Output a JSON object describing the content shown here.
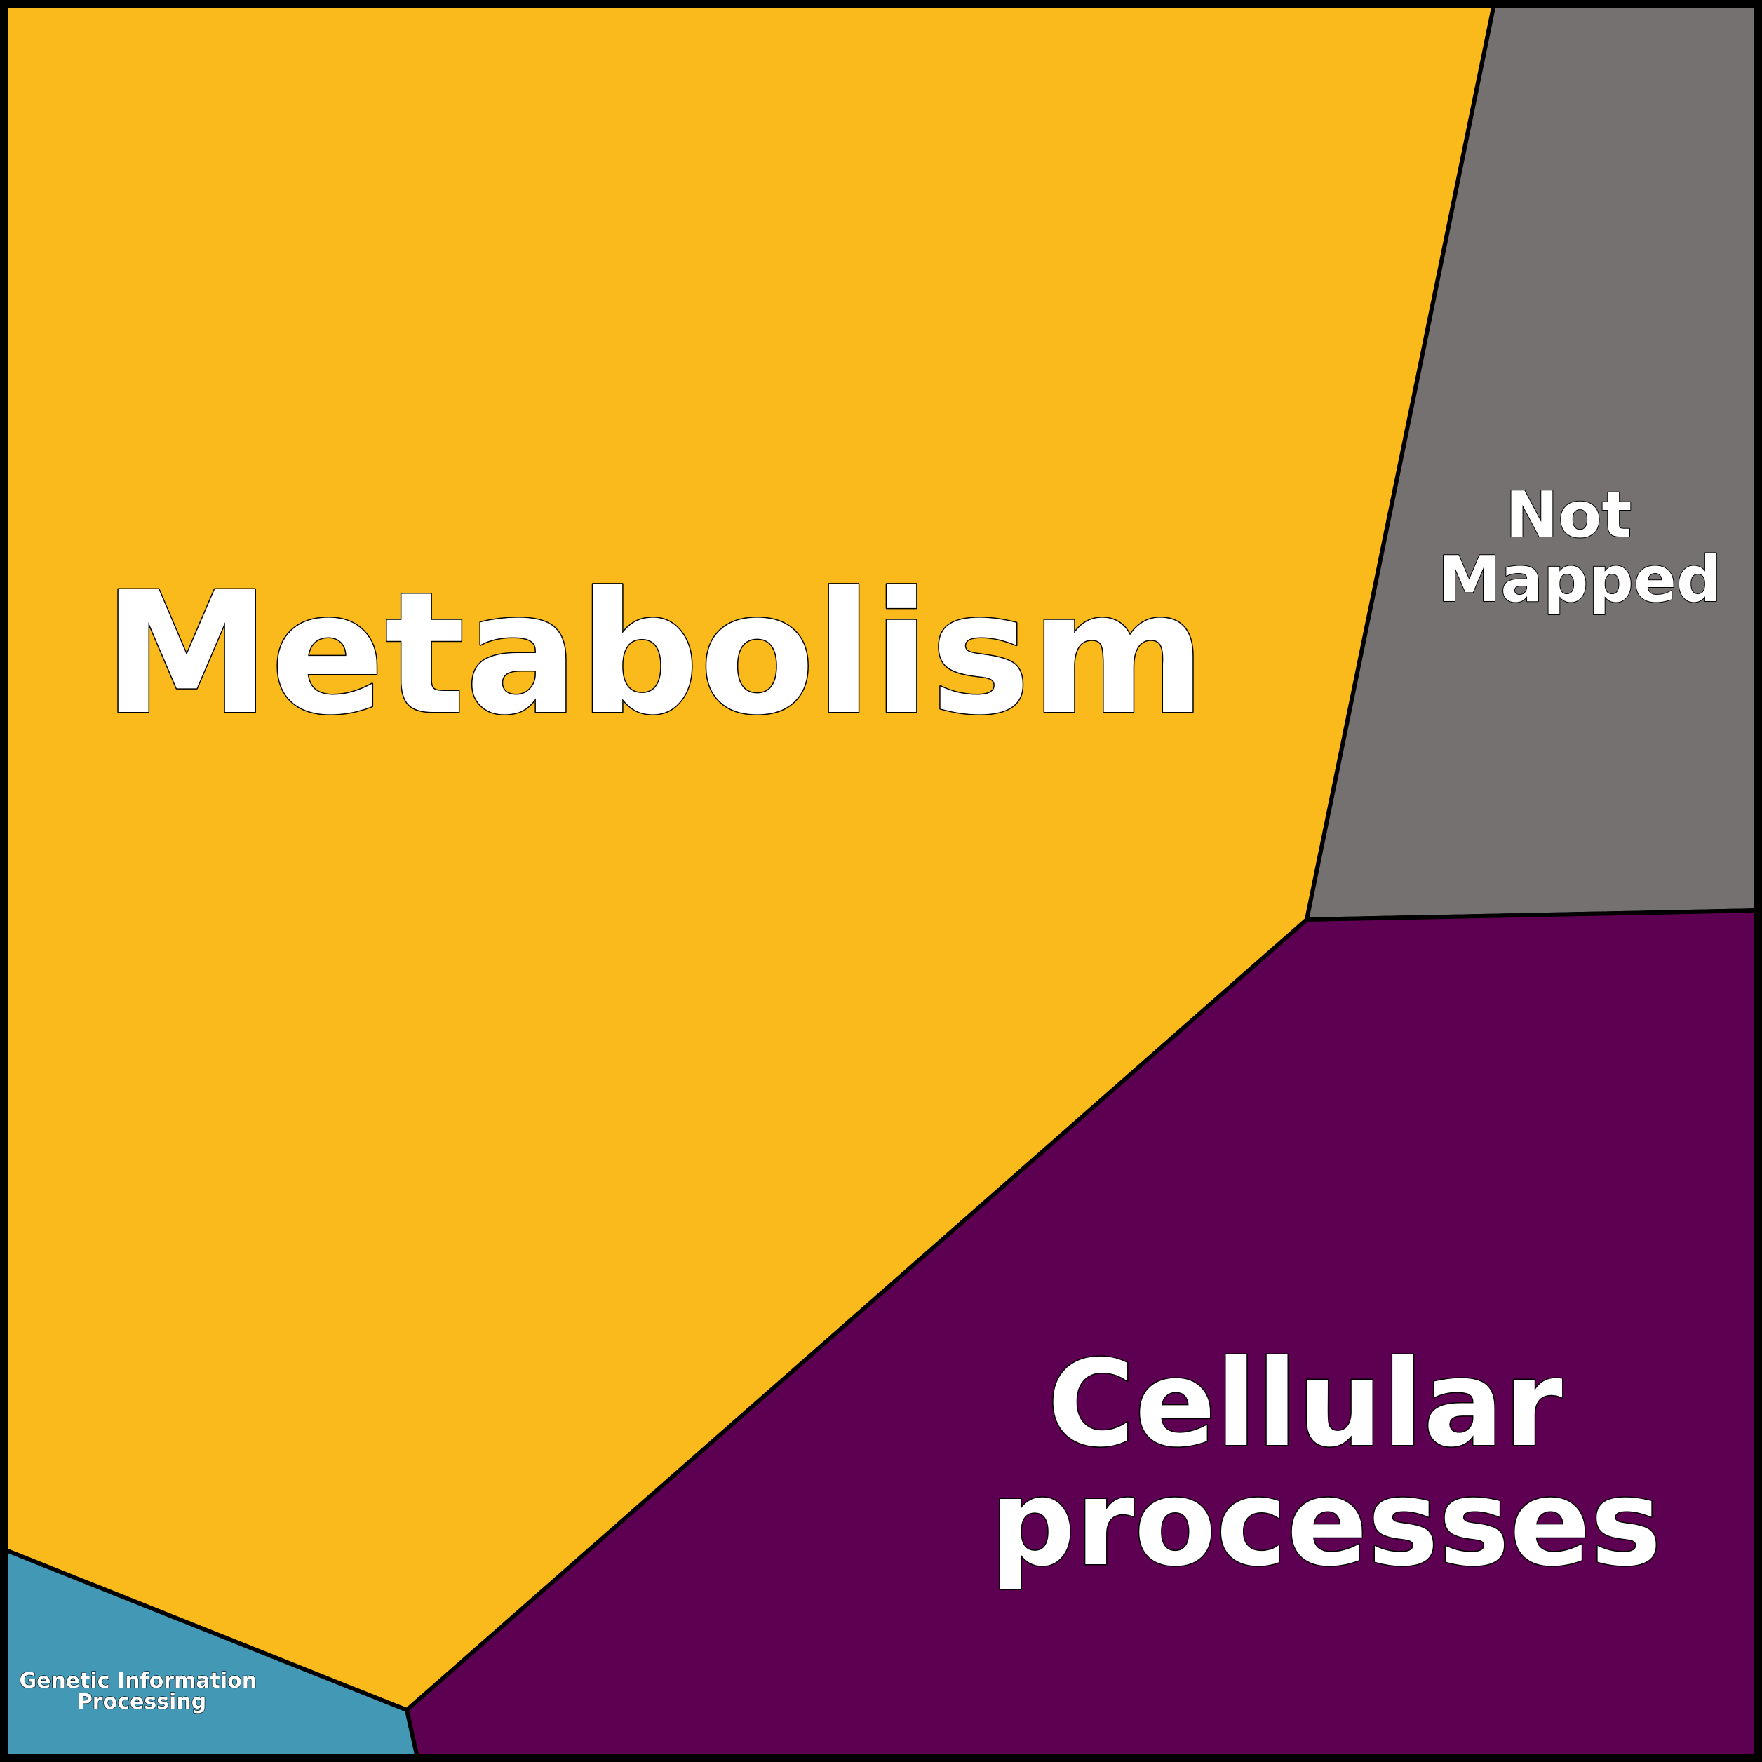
{
  "chart_data": {
    "type": "voronoi_treemap",
    "title": "",
    "cells": [
      {
        "label": [
          "Metabolism"
        ],
        "color": "#FBBA1C"
      },
      {
        "label": [
          "Not",
          "Mapped"
        ],
        "color": "#757170"
      },
      {
        "label": [
          "Cellular",
          "processes"
        ],
        "color": "#5E0052"
      },
      {
        "label": [
          "Genetic Information",
          "Processing"
        ],
        "color": "#4298B5"
      }
    ]
  }
}
